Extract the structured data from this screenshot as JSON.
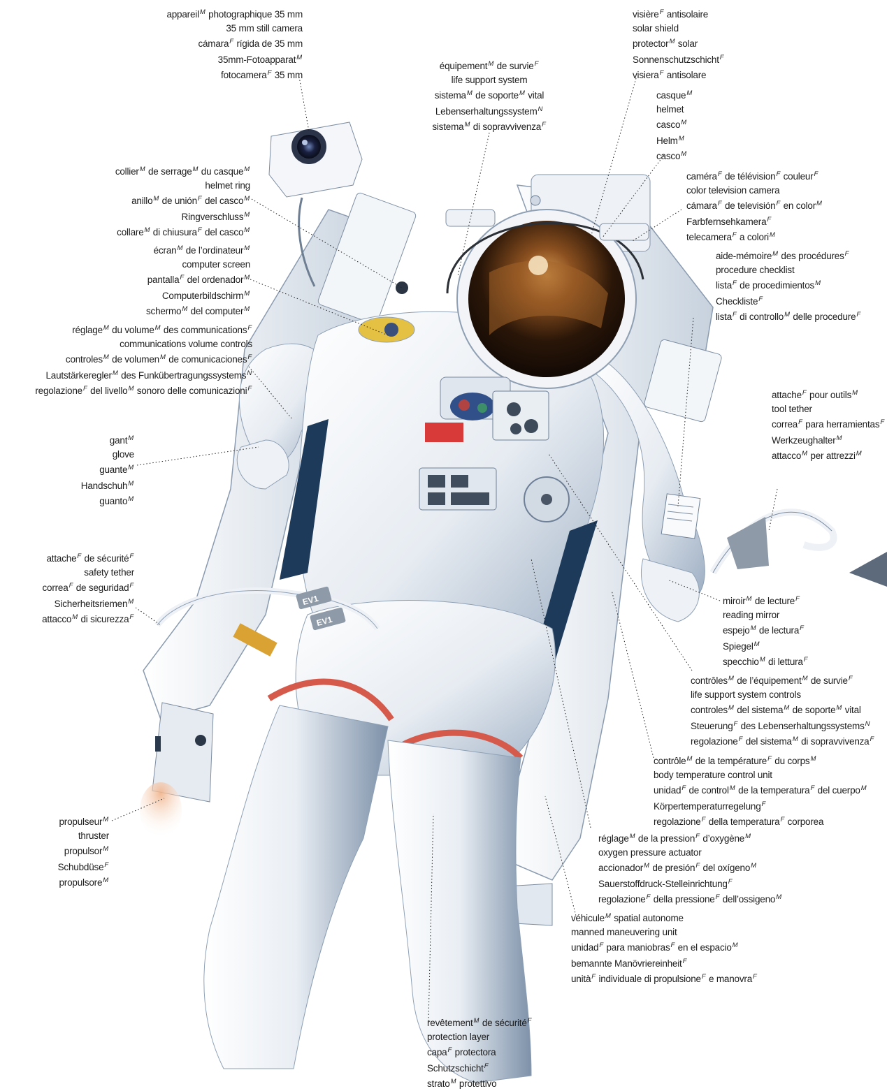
{
  "labels": {
    "camera_35mm": [
      "appareil{M} photographique 35 mm",
      "35 mm still camera",
      "cámara{F} rígida de 35 mm",
      "35mm-Fotoapparat{M}",
      "fotocamera{F} 35 mm"
    ],
    "life_support_system": [
      "équipement{M} de survie{F}",
      "life support system",
      "sistema{M} de soporte{M} vital",
      "Lebenserhaltungssystem{N}",
      "sistema{M} di sopravvivenza{F}"
    ],
    "solar_shield": [
      "visière{F} antisolaire",
      "solar shield",
      "protector{M} solar",
      "Sonnenschutzschicht{F}",
      "visiera{F} antisolare"
    ],
    "helmet": [
      "casque{M}",
      "helmet",
      "casco{M}",
      "Helm{M}",
      "casco{M}"
    ],
    "color_tv_camera": [
      "caméra{F} de télévision{F} couleur{F}",
      "color television camera",
      "cámara{F} de televisión{F} en color{M}",
      "Farbfernsehkamera{F}",
      "telecamera{F} a colori{M}"
    ],
    "helmet_ring": [
      "collier{M} de serrage{M} du casque{M}",
      "helmet ring",
      "anillo{M} de unión{F} del casco{M}",
      "Ringverschluss{M}",
      "collare{M} di chiusura{F} del casco{M}"
    ],
    "computer_screen": [
      "écran{M} de l’ordinateur{M}",
      "computer screen",
      "pantalla{F} del ordenador{M}",
      "Computerbildschirm{M}",
      "schermo{M} del computer{M}"
    ],
    "procedure_checklist": [
      "aide-mémoire{M} des procédures{F}",
      "procedure checklist",
      "lista{F} de procedimientos{M}",
      "Checkliste{F}",
      "lista{F} di controllo{M} delle procedure{F}"
    ],
    "communications_volume": [
      "réglage{M} du volume{M} des communications{F}",
      "communications volume controls",
      "controles{M} de volumen{M} de comunicaciones{F}",
      "Lautstärkeregler{M} des Funkübertragungssystems{N}",
      "regolazione{F} del livello{M} sonoro delle comunicazioni{F}"
    ],
    "tool_tether": [
      "attache{F} pour outils{M}",
      "tool tether",
      "correa{F} para herramientas{F}",
      "Werkzeughalter{M}",
      "attacco{M} per attrezzi{M}"
    ],
    "glove": [
      "gant{M}",
      "glove",
      "guante{M}",
      "Handschuh{M}",
      "guanto{M}"
    ],
    "safety_tether": [
      "attache{F} de sécurité{F}",
      "safety tether",
      "correa{F} de seguridad{F}",
      "Sicherheitsriemen{M}",
      "attacco{M} di sicurezza{F}"
    ],
    "reading_mirror": [
      "miroir{M} de lecture{F}",
      "reading mirror",
      "espejo{M} de lectura{F}",
      "Spiegel{M}",
      "specchio{M} di lettura{F}"
    ],
    "life_support_controls": [
      "contrôles{M} de l’équipement{M} de survie{F}",
      "life support system controls",
      "controles{M} del sistema{M} de soporte{M} vital",
      "Steuerung{F} des Lebenserhaltungssystems{N}",
      "regolazione{F} del sistema{M} di sopravvivenza{F}"
    ],
    "body_temperature": [
      "contrôle{M} de la température{F} du corps{M}",
      "body temperature control unit",
      "unidad{F} de control{M} de la temperatura{F} del cuerpo{M}",
      "Körpertemperaturregelung{F}",
      "regolazione{F} della temperatura{F} corporea"
    ],
    "thruster": [
      "propulseur{M}",
      "thruster",
      "propulsor{M}",
      "Schubdüse{F}",
      "propulsore{M}"
    ],
    "oxygen_pressure": [
      "réglage{M} de la pression{F} d’oxygène{M}",
      "oxygen pressure actuator",
      "accionador{M} de presión{F} del oxígeno{M}",
      "Sauerstoffdruck-Stelleinrichtung{F}",
      "regolazione{F} della pressione{F} dell’ossigeno{M}"
    ],
    "mmu": [
      "véhicule{M} spatial autonome",
      "manned maneuvering unit",
      "unidad{F} para maniobras{F} en el espacio{M}",
      "bemannte Manövriereinheit{F}",
      "unità{F} individuale di propulsione{F} e manovra{F}"
    ],
    "protection_layer": [
      "revêtement{M} de sécurité{F}",
      "protection layer",
      "capa{F} protectora",
      "Schutzschicht{F}",
      "strato{M} protettivo"
    ]
  },
  "figure": {
    "patch_text_left": "EV1",
    "patch_text_right": "EV1"
  },
  "colors": {
    "suit_white": "#f2f4f7",
    "suit_shadow": "#9fb0c4",
    "suit_dark": "#2d4863",
    "navy": "#1d3a5a",
    "visor_dark": "#1a1008",
    "visor_gold": "#a4642a",
    "red_accent": "#d83a3a",
    "strap_red": "#d65a4b",
    "gold_tag": "#d9a233"
  }
}
